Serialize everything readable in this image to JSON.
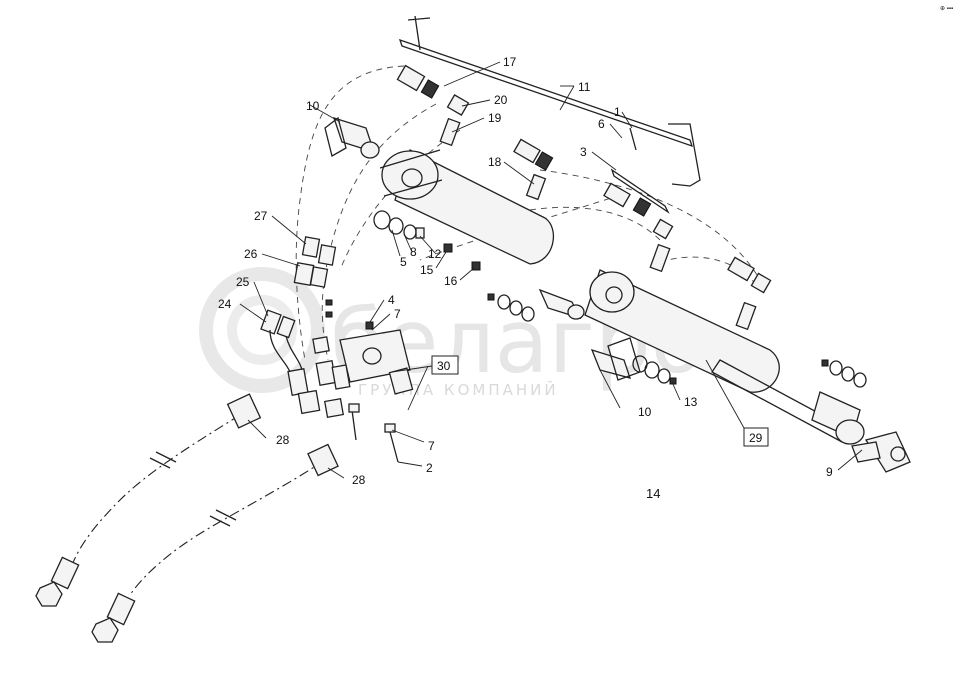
{
  "watermark": {
    "brand": "белагро",
    "subtitle": "ГРУППА КОМПАНИЙ"
  },
  "corner_mark": "⊕ ▪▪▪",
  "sheet_number": "14",
  "callouts": [
    {
      "id": "c17",
      "text": "17"
    },
    {
      "id": "c11",
      "text": "11"
    },
    {
      "id": "c10a",
      "text": "10"
    },
    {
      "id": "c20",
      "text": "20"
    },
    {
      "id": "c19",
      "text": "19"
    },
    {
      "id": "c1",
      "text": "1"
    },
    {
      "id": "c6",
      "text": "6"
    },
    {
      "id": "c3",
      "text": "3"
    },
    {
      "id": "c18",
      "text": "18"
    },
    {
      "id": "c27",
      "text": "27"
    },
    {
      "id": "c5",
      "text": "5"
    },
    {
      "id": "c8",
      "text": "8"
    },
    {
      "id": "c12",
      "text": "12"
    },
    {
      "id": "c26",
      "text": "26"
    },
    {
      "id": "c15",
      "text": "15"
    },
    {
      "id": "c16",
      "text": "16"
    },
    {
      "id": "c25",
      "text": "25"
    },
    {
      "id": "c4",
      "text": "4"
    },
    {
      "id": "c24",
      "text": "24"
    },
    {
      "id": "c7a",
      "text": "7"
    },
    {
      "id": "c10b",
      "text": "10"
    },
    {
      "id": "c13",
      "text": "13"
    },
    {
      "id": "c28a",
      "text": "28"
    },
    {
      "id": "c7b",
      "text": "7"
    },
    {
      "id": "c2",
      "text": "2"
    },
    {
      "id": "c28b",
      "text": "28"
    },
    {
      "id": "c9",
      "text": "9"
    }
  ],
  "boxed_callouts": [
    {
      "id": "b30",
      "text": "30"
    },
    {
      "id": "b29",
      "text": "29"
    }
  ]
}
